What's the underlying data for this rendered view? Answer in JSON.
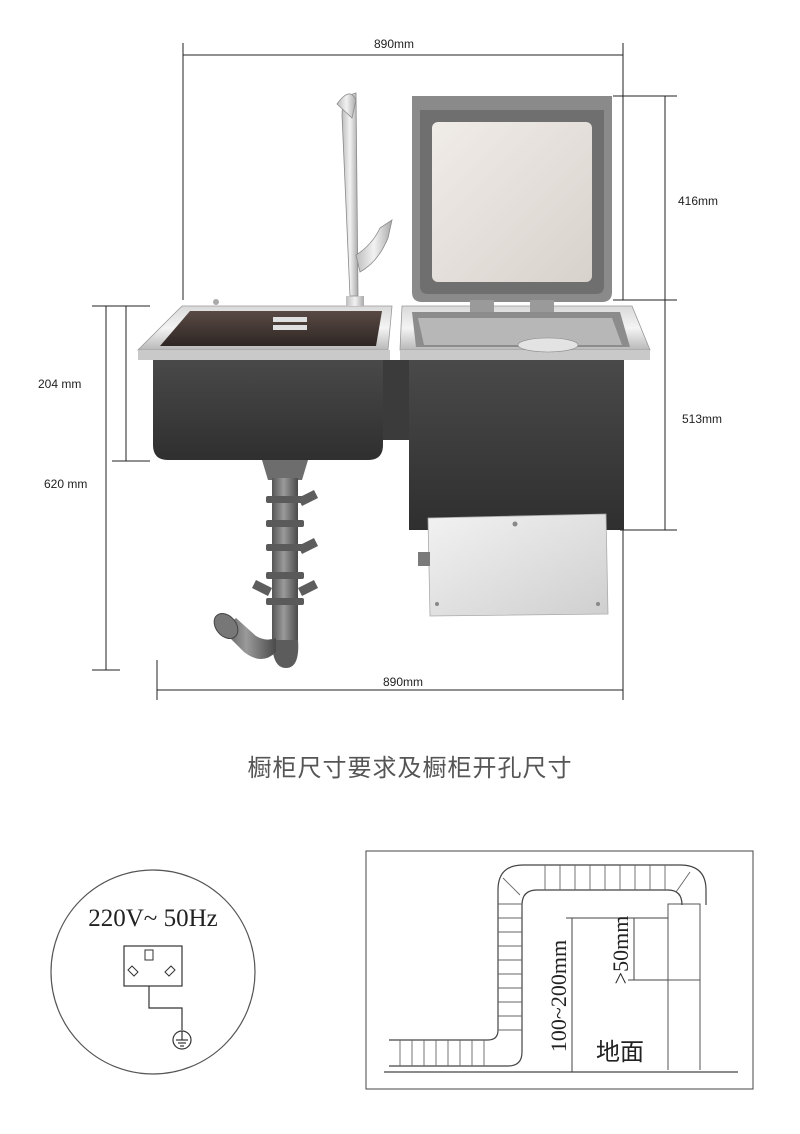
{
  "dimensions": {
    "top_width": "890mm",
    "bottom_width": "890mm",
    "lid_height": "416mm",
    "body_height": "513mm",
    "sink_depth": "204 mm",
    "total_height": "620 mm"
  },
  "caption": "橱柜尺寸要求及橱柜开孔尺寸",
  "power": {
    "spec": "220V~ 50Hz",
    "outlet_icon": "three-pin-socket-icon",
    "ground_icon": "ground-symbol-icon"
  },
  "drain": {
    "height_range": "100~200mm",
    "min_clearance": ">50mm",
    "floor_label": "地面"
  }
}
